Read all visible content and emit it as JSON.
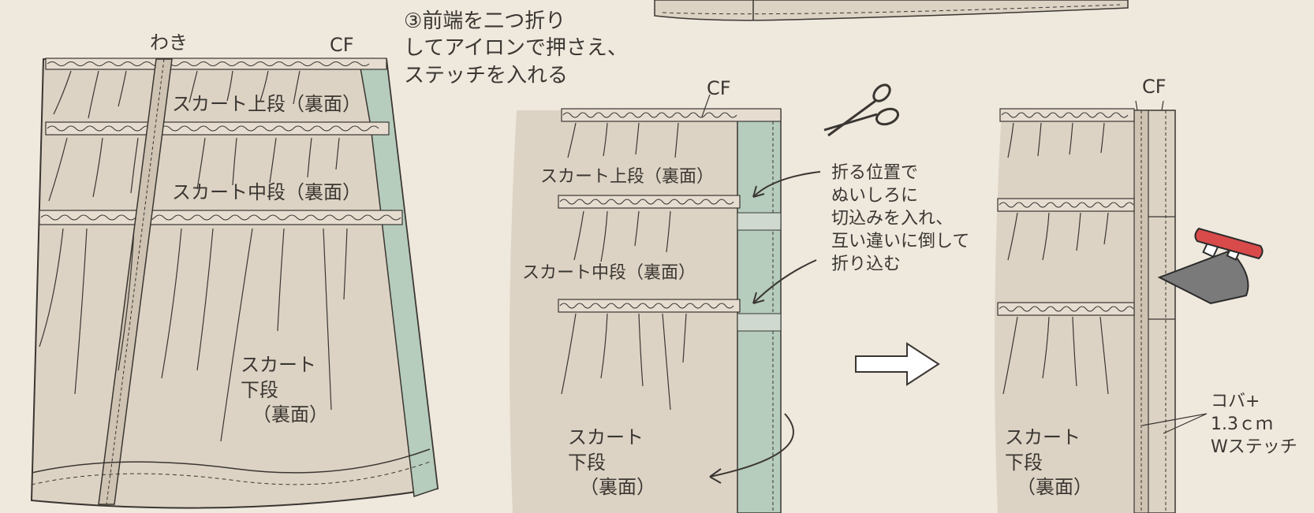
{
  "colors": {
    "background": "#efe8dd",
    "fabric": "#ddd3c4",
    "facing": "#b6ccbd",
    "line": "#3a3632",
    "iron_handle": "#d94a4a",
    "iron_body": "#7a7a7a"
  },
  "icons": [
    "scissors-icon",
    "iron-icon",
    "right-arrow-icon",
    "curved-arrow-icon"
  ],
  "step_instruction": {
    "line1": "③前端を二つ折り",
    "line2": "してアイロンで押さえ、",
    "line3": "ステッチを入れる"
  },
  "panel_left": {
    "side_label": "わき",
    "cf_label": "CF",
    "upper_tier": "スカート上段（裏面）",
    "middle_tier": "スカート中段（裏面）",
    "lower_tier_line1": "スカート",
    "lower_tier_line2": "下段",
    "lower_tier_line3": "（裏面）"
  },
  "panel_middle": {
    "cf_label": "CF",
    "upper_tier": "スカート上段（裏面）",
    "middle_tier": "スカート中段（裏面）",
    "lower_tier_line1": "スカート",
    "lower_tier_line2": "下段",
    "lower_tier_line3": "（裏面）"
  },
  "fold_note": {
    "line1": "折る位置で",
    "line2": "ぬいしろに",
    "line3": "切込みを入れ、",
    "line4": "互い違いに倒して",
    "line5": "折り込む"
  },
  "panel_right": {
    "cf_label": "CF",
    "lower_tier_line1": "スカート",
    "lower_tier_line2": "下段",
    "lower_tier_line3": "（裏面）"
  },
  "stitch_note": {
    "line1": "コバ+",
    "line2": "1.3ｃｍ",
    "line3": "Wステッチ"
  }
}
